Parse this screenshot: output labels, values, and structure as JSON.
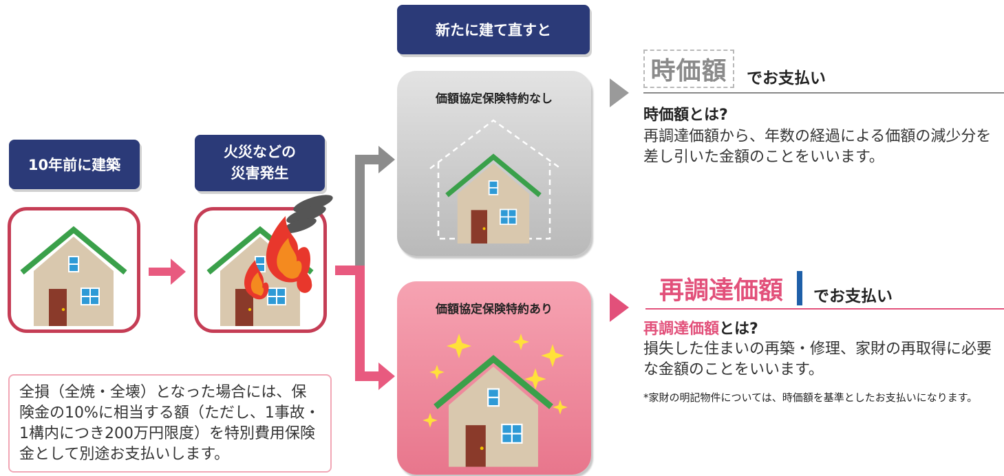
{
  "labels": {
    "built": "10年前に建築",
    "disaster_line1": "火災などの",
    "disaster_line2": "災害発生",
    "rebuild": "新たに建て直すと"
  },
  "boxes": {
    "without_rider": "価額協定保険特約なし",
    "with_rider": "価額協定保険特約あり"
  },
  "note": "全損（全焼・全壊）となった場合には、保険金の10%に相当する額（ただし、1事故・1構内につき200万円限度）を特別費用保険金として別途お支払いします。",
  "jika": {
    "badge": "時価額",
    "tail": "でお支払い",
    "def_term": "時価額",
    "def_suffix": "とは?",
    "def_body": "再調達価額から、年数の経過による価額の減少分を差し引いた金額のことをいいます。"
  },
  "saichou": {
    "badge": "再調達価額",
    "tail": "でお支払い",
    "def_term": "再調達価額",
    "def_suffix": "とは?",
    "def_body": "損失した住まいの再築・修理、家財の再取得に必要な金額のことをいいます。",
    "footnote": "*家財の明記物件については、時価額を基準としたお支払いになります。"
  },
  "colors": {
    "navy": "#2b3a78",
    "pink_arrow": "#e85a7f",
    "gray_arrow": "#8c8c8c",
    "roof_green": "#3aa04a",
    "wall": "#d9c8ae",
    "door": "#8a3a2a",
    "window": "#2e9ad6",
    "accent_pink": "#e2507a",
    "accent_blue": "#1e5fa8"
  }
}
